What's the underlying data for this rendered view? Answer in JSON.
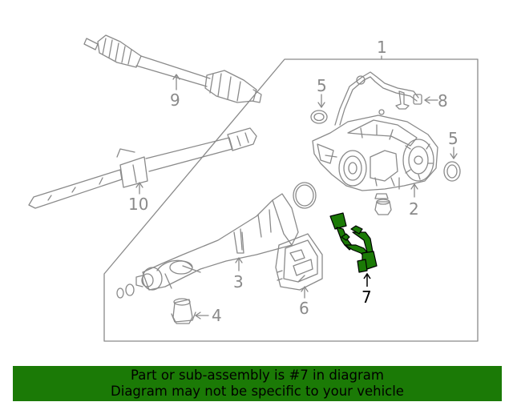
{
  "diagram": {
    "callouts": {
      "c1": "1",
      "c2": "2",
      "c3": "3",
      "c4": "4",
      "c5a": "5",
      "c5b": "5",
      "c6": "6",
      "c7": "7",
      "c8": "8",
      "c9": "9",
      "c10": "10"
    },
    "highlight_part": "7",
    "highlight_color": "#1b7a06",
    "line_color": "#8a8a8a"
  },
  "banner": {
    "line1": "Part or sub-assembly is #7 in diagram",
    "line2": "Diagram may not be specific to your vehicle",
    "background": "#1b7a06"
  }
}
